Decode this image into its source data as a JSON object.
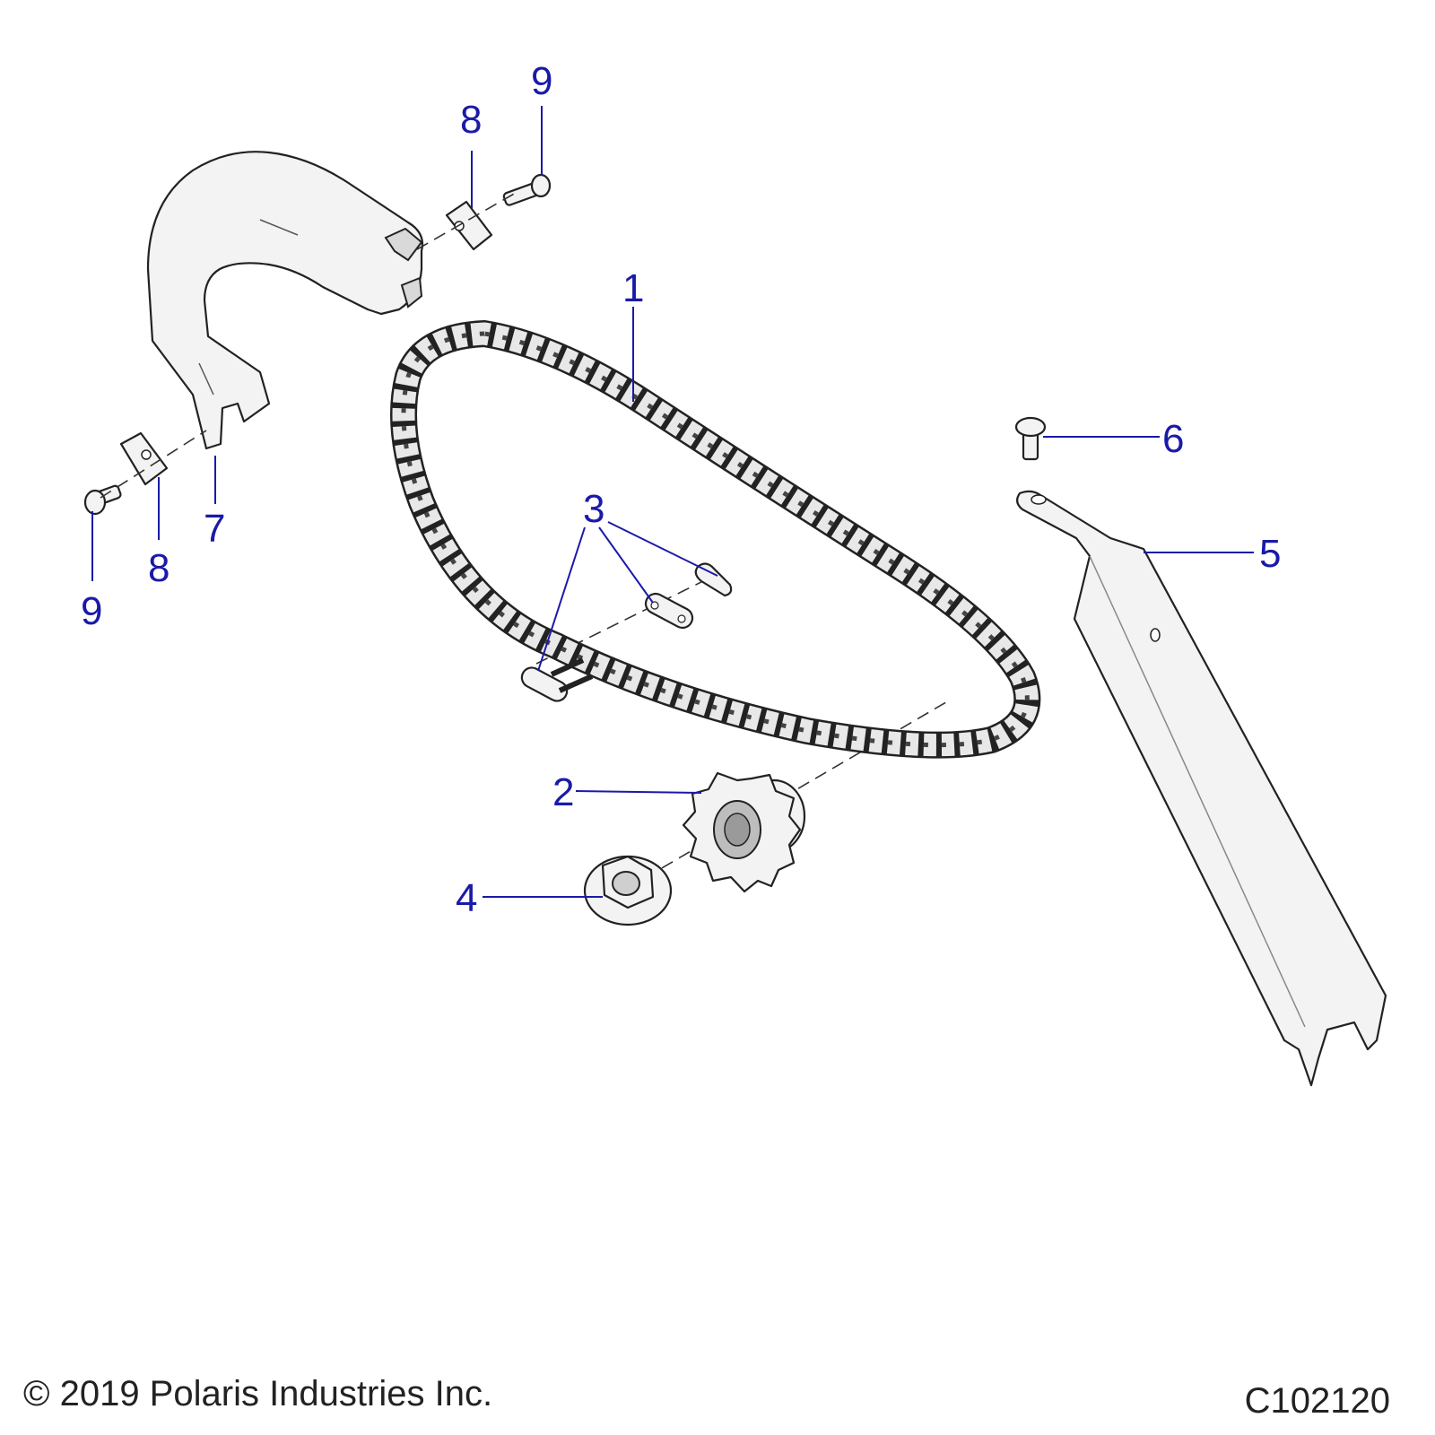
{
  "callouts": [
    {
      "id": "1",
      "label": "1"
    },
    {
      "id": "2",
      "label": "2"
    },
    {
      "id": "3",
      "label": "3"
    },
    {
      "id": "4",
      "label": "4"
    },
    {
      "id": "5",
      "label": "5"
    },
    {
      "id": "6",
      "label": "6"
    },
    {
      "id": "7",
      "label": "7"
    },
    {
      "id": "8a",
      "label": "8"
    },
    {
      "id": "8b",
      "label": "8"
    },
    {
      "id": "9a",
      "label": "9"
    },
    {
      "id": "9b",
      "label": "9"
    }
  ],
  "footer": {
    "copyright": "© 2019 Polaris Industries Inc.",
    "drawing_id": "C102120"
  },
  "colors": {
    "callout": "#1a1aa8",
    "line": "#222222"
  }
}
